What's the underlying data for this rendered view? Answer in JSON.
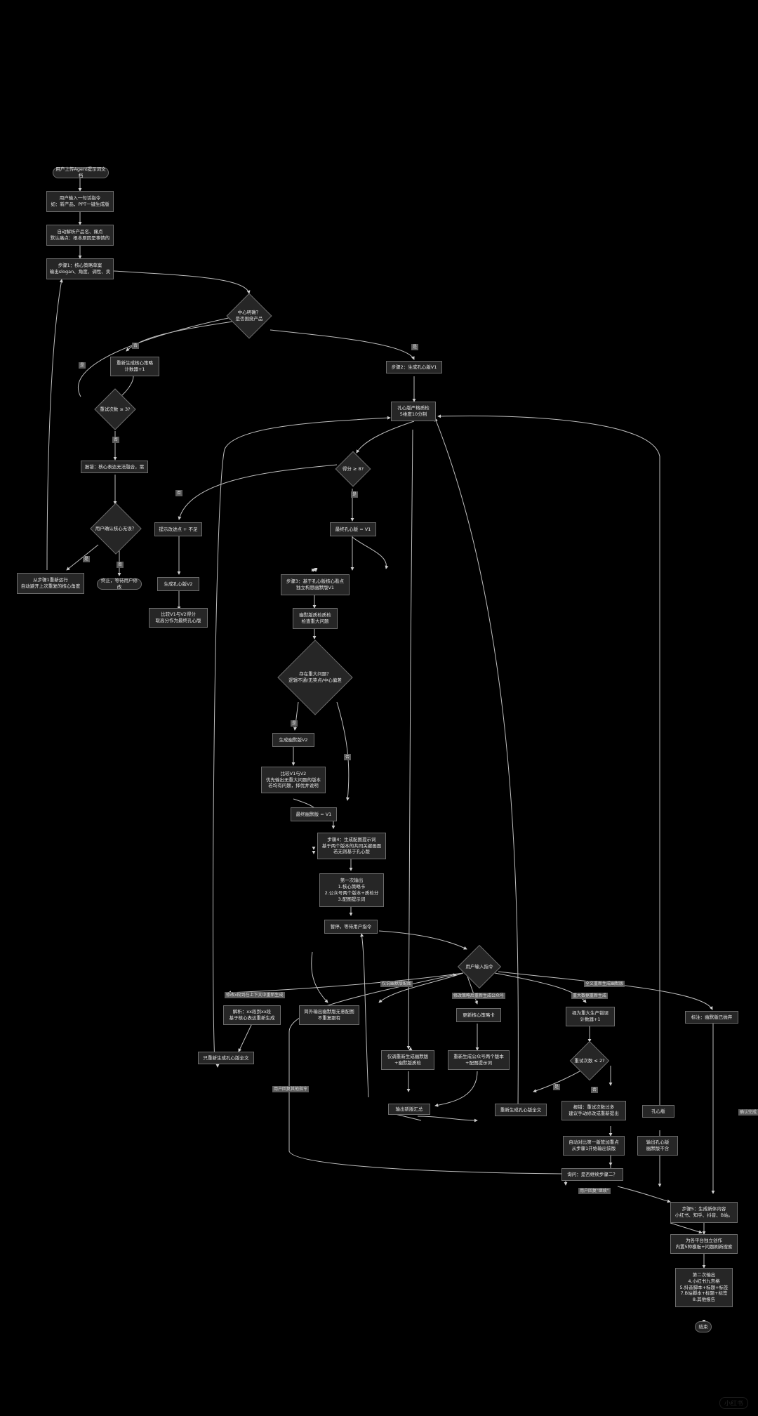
{
  "nodes": {
    "start": "用户上传Agent提示词文档",
    "n1": "用户输入一句话指令\n如：新产品，PPT一键生成版",
    "n2": "自动解析产品名、痛点\n默认痛点：根本原因是事情的",
    "n3": "步骤1：核心策略草案\n输出slogan、角度、调性、卖",
    "d1": "中心明确？\n是否围绕产品",
    "n4": "重新生成核心策略\n计数器+1",
    "n5": "步骤2：生成孔心版V1",
    "d2": "重试次数 ≤ 3?",
    "n6": "报错：核心表达无法融合，需",
    "n7": "孔心版严格质检\n5维度10分制",
    "d3": "用户确认核心无误？",
    "n8": "从步骤1重新运行\n自动避开上次重复的核心角度",
    "n9": "终止，等待用户修改",
    "d4": "得分 ≥ 8?",
    "n10": "提示改进点 + 不足",
    "n11": "最终孔心版 = V1",
    "n12": "生成孔心版V2",
    "n13": "比较V1与V2得分\n取高分作为最终孔心版",
    "n14": "步骤3：基于孔心版核心看点\n独立构思幽默版V1",
    "n15": "幽默版质检质检\n检查重大问题",
    "d5": "存在重大问题？\n逻辑不通/无笑点/中心偏差",
    "n16": "生成幽默版V2",
    "n17": "比较V1与V2\n优先输出无重大问题的版本\n若均有问题，择优并说明",
    "n18": "最终幽默版 = V1",
    "n19": "步骤4：生成配图提示词\n基于两个版本的共同关键画面\n若无则基于孔心版",
    "n20": "第一次输出\n1.核心策略卡\n2.公众号两个版本+质检分\n3.配图提示词",
    "n21": "暂停，等待用户指令",
    "d6": "用户输入指令",
    "n22": "解析：xx段到xx段\n基于核心表达重新生成",
    "n23": "简外输出幽默版无意配图\n不重复跟有",
    "n24": "更新核心策略卡",
    "n25": "视为重大生产错误\n计数器+1",
    "n26": "标注：幽默版已抛弃",
    "n27": "只重新生成孔心版全文",
    "n28": "仅调重新生成幽默版\n+幽默版质检",
    "n29": "重新生成公众号两个版本\n+配图提示词",
    "d7": "重试次数 ≤ 2?",
    "n30": "输出新版汇总",
    "n31": "重新生成孔心版全文",
    "n32": "报错：重试次数过多\n建议手动修改或重新提出",
    "n33": "孔心版",
    "n34": "自动对比第一版管加重点\n从步骤1开始输出该版",
    "n35": "输出孔心版\n幽默版不含",
    "n36": "询问：是否继续步骤二？",
    "n37": "步骤5：生成新体内容\n小红书、知乎、抖音、B站。",
    "n38": "为各平台独立创作\n内置5种模板+问题刷新搜索",
    "n39": "第二次输出\n4.小红书九宫格\n5.抖音脚本+标题+标签\n7.B站脚本+标题+标签\n8.其他报告",
    "end": "结束"
  },
  "edge_labels": {
    "d1_no": "否",
    "d1_yes": "是",
    "d2_yes": "是",
    "d2_no": "否",
    "d3_yes": "是",
    "d3_no": "否",
    "d4_no": "否",
    "d4_yes": "是",
    "d5_yes": "是",
    "d5_no": "否",
    "cmd1": "修改x段到在上下文中重新生成",
    "cmd2": "仅说幽默版配图",
    "cmd3": "修改策略后重新生成公众号",
    "cmd4": "重大数据重新生成",
    "cmd5": "全文重新生成幽默版",
    "d7_yes": "是",
    "d7_no": "否",
    "ask_yes": "用户回复\"继续\"",
    "ask_other": "用户回复其他指令",
    "direct": "确认完成"
  },
  "watermark": "小红书"
}
